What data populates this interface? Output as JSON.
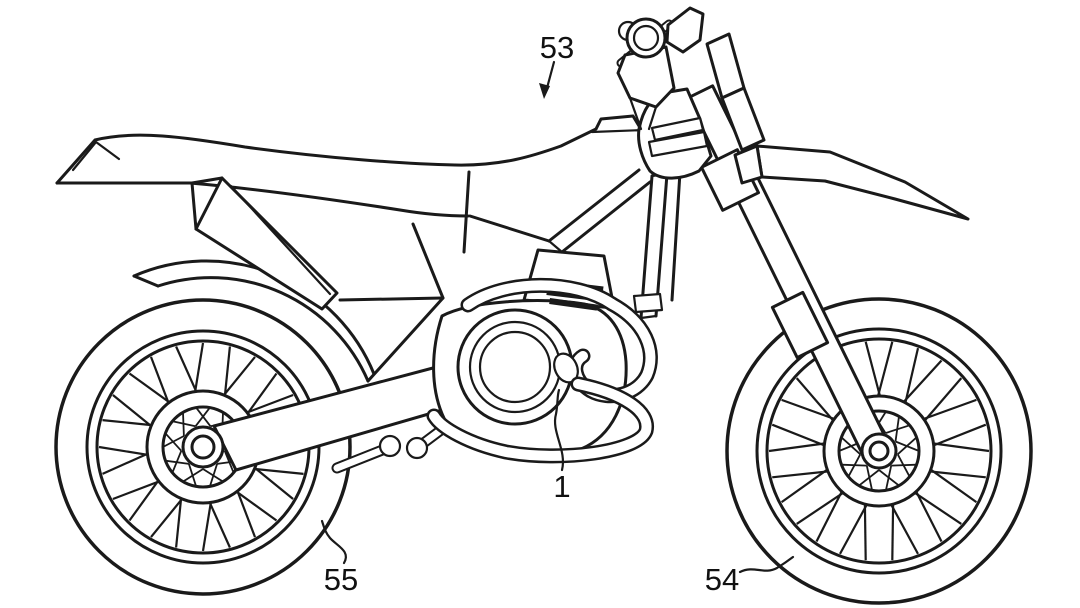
{
  "figure": {
    "subject": "motorcycle-patent-line-drawing",
    "background_color": "#ffffff",
    "line_color": "#1a1a1a",
    "labels": [
      {
        "text": "53",
        "pointer": "arrow",
        "target": "motorcycle-overall"
      },
      {
        "text": "1",
        "pointer": "leader-line",
        "target": "engine"
      },
      {
        "text": "55",
        "pointer": "leader-line",
        "target": "rear-wheel-tire"
      },
      {
        "text": "54",
        "pointer": "leader-line",
        "target": "front-wheel-tire"
      }
    ]
  }
}
